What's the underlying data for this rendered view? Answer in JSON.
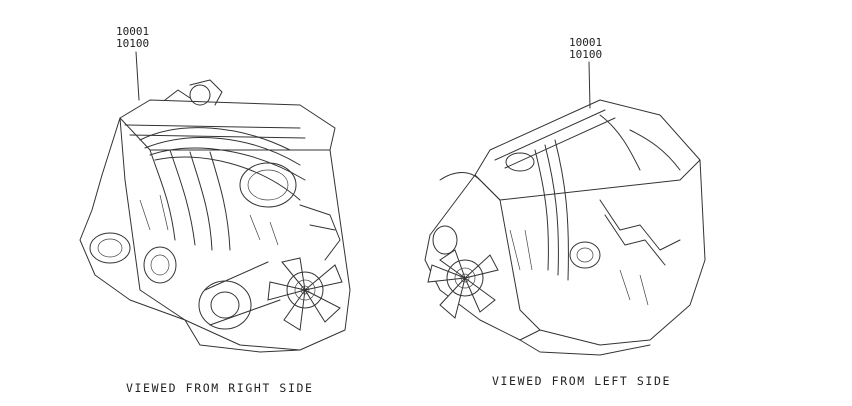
{
  "labels": {
    "right_view_part_1": "10001",
    "right_view_part_2": "10100",
    "left_view_part_1": "10001",
    "left_view_part_2": "10100"
  },
  "captions": {
    "right_view": "VIEWED FROM RIGHT SIDE",
    "left_view": "VIEWED FROM LEFT SIDE"
  },
  "colors": {
    "line": "#333333",
    "background": "#ffffff"
  }
}
